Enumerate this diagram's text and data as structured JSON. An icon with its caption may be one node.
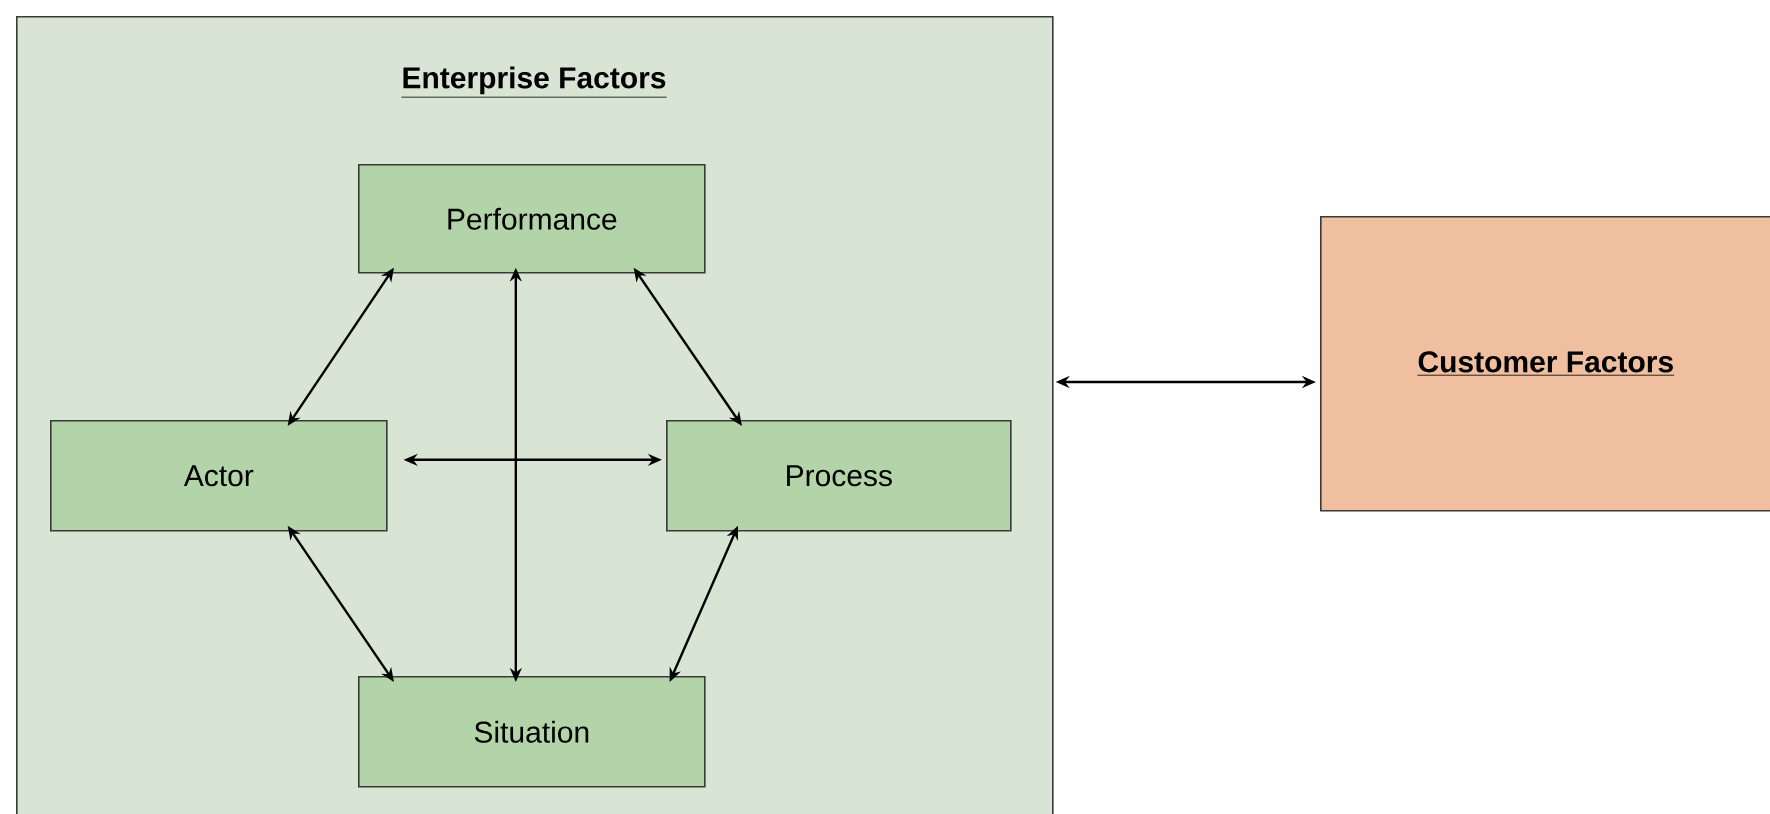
{
  "diagram": {
    "nodes": [
      {
        "text": [
          "Enterprise Factors"
        ]
      },
      {
        "text": [
          "Performance"
        ],
        "in": 0
      },
      {
        "text": [
          "Actor"
        ],
        "in": 0
      },
      {
        "text": [
          "Process"
        ],
        "in": 0
      },
      {
        "text": [
          "Situation"
        ],
        "in": 0
      },
      {
        "text": [
          "Customer Factors"
        ]
      }
    ],
    "edges": [
      {
        "from": 1,
        "to": 2,
        "arrow": "both"
      },
      {
        "from": 1,
        "to": 3,
        "arrow": "both"
      },
      {
        "from": 2,
        "to": 3,
        "arrow": "both"
      },
      {
        "from": 1,
        "to": 4,
        "arrow": "both"
      },
      {
        "from": 2,
        "to": 4,
        "arrow": "both"
      },
      {
        "from": 3,
        "to": 4,
        "arrow": "both"
      },
      {
        "from": 0,
        "to": 5,
        "arrow": "both"
      }
    ]
  }
}
